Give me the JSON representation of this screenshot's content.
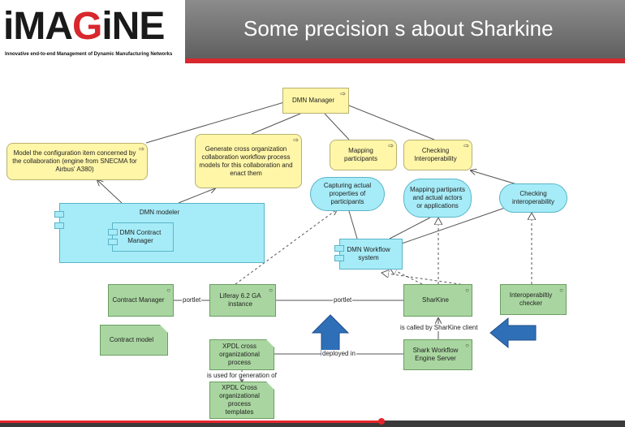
{
  "header": {
    "logo_text": "iMAGiNE",
    "tagline": "Innovative end-to-end Management of Dynamic Manufacturing Networks",
    "title": "Some precision s about  Sharkine"
  },
  "nodes": {
    "dmn_manager": "DMN Manager",
    "model_config": "Model the configuration item concerned by the collaboration (engine from SNECMA for Airbus' A380)",
    "generate_cross": "Generate cross organization collaboration workflow process models for this collaboration and enact them",
    "mapping_participants": "Mapping participants",
    "checking_interop": "Checking Interoperability",
    "dmn_modeler": "DMN modeler",
    "dmn_contract_manager": "DMN Contract Manager",
    "capturing": "Capturing actual properties of participants",
    "mapping_actors": "Mapping partipants and actual actors or applications",
    "checking_interop2": "Checking interoperability",
    "dmn_workflow": "DMN Workflow system",
    "contract_manager": "Contract Manager",
    "liferay": "Liferay 6.2 GA instance",
    "sharkine": "SharKine",
    "interop_checker": "Interoperabiltiy checker",
    "contract_model": "Contract model",
    "xpdl_process": "XPDL cross organizational process",
    "shark_server": "Shark Workflow Engine Server",
    "xpdl_templates": "XPDL Cross organizational process templates"
  },
  "edges": {
    "portlet1": "portlet",
    "portlet2": "portlet",
    "is_called_by": "is called by SharKine client",
    "deployed_in": "deployed in",
    "used_for": "is used for generation of"
  },
  "video": {
    "progress": 0.61
  },
  "colors": {
    "accent_red": "#d8272d",
    "arrow_blue": "#2f6fb8"
  }
}
